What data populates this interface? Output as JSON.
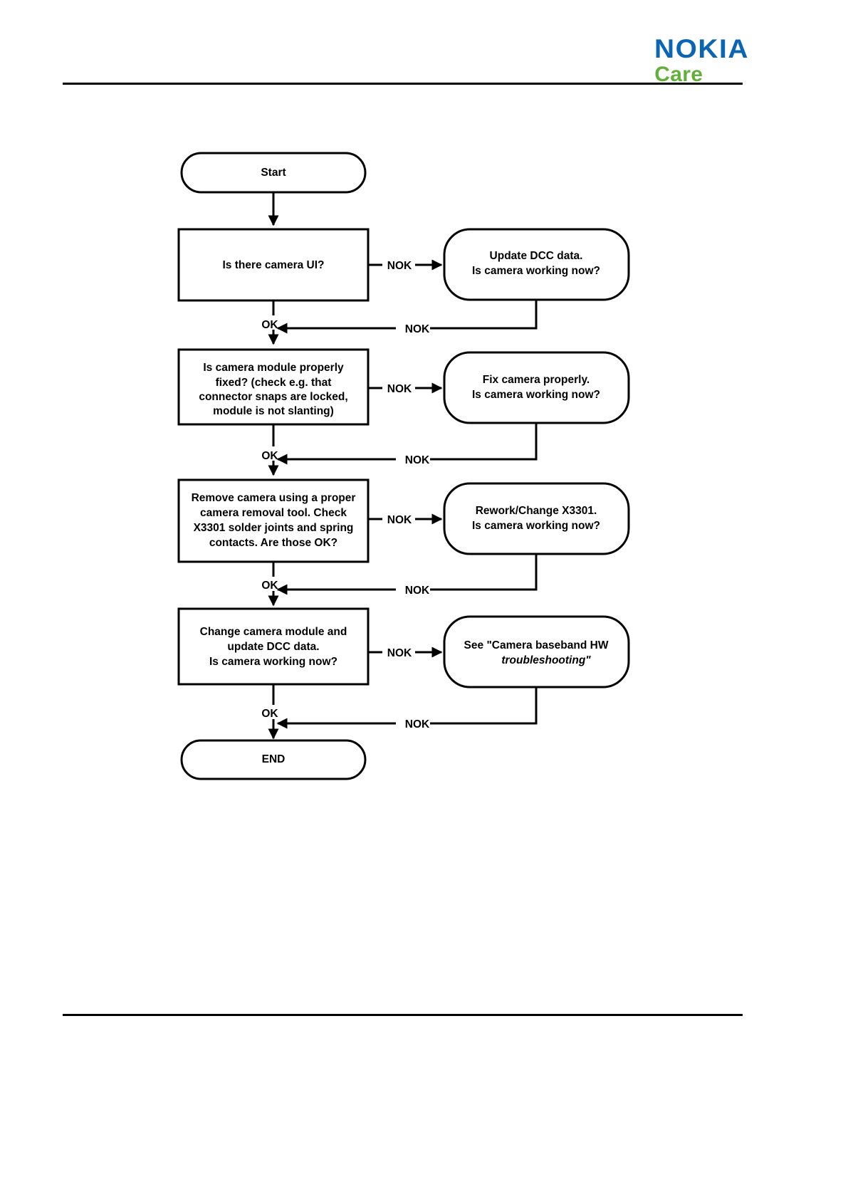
{
  "header": {
    "brand_primary": "NOKIA",
    "brand_secondary": "Care",
    "color_primary": "#0a66b5",
    "color_secondary": "#62b03a"
  },
  "flowchart": {
    "type": "diagram",
    "title": "Camera troubleshooting flowchart",
    "start_label": "Start",
    "end_label": "END",
    "ok_label": "OK",
    "nok_label": "NOK",
    "steps": [
      {
        "id": "step1",
        "question_lines": [
          "Is there camera UI?"
        ],
        "remedy_lines": [
          "Update DCC data.",
          "Is camera working now?"
        ],
        "out_ok": "OK",
        "out_nok": "NOK",
        "return_nok": "NOK"
      },
      {
        "id": "step2",
        "question_lines": [
          "Is camera module properly",
          "fixed? (check e.g. that",
          "connector snaps are locked,",
          "module is not slanting)"
        ],
        "remedy_lines": [
          "Fix camera properly.",
          "Is camera working now?"
        ],
        "out_ok": "OK",
        "out_nok": "NOK",
        "return_nok": "NOK"
      },
      {
        "id": "step3",
        "question_lines": [
          "Remove camera using a proper",
          "camera removal tool. Check",
          "X3301 solder joints and spring",
          "contacts. Are those OK?"
        ],
        "remedy_lines": [
          "Rework/Change X3301.",
          "Is camera working now?"
        ],
        "out_ok": "OK",
        "out_nok": "NOK",
        "return_nok": "NOK"
      },
      {
        "id": "step4",
        "question_lines": [
          "Change camera module and",
          "update DCC data.",
          "Is camera working now?"
        ],
        "remedy_lines": [
          "See ",
          "\"Camera baseband HW",
          "troubleshooting\""
        ],
        "remedy_plain_prefix": "See ",
        "remedy_italic_line1": "\"Camera baseband HW",
        "remedy_italic_line2": "troubleshooting\"",
        "out_ok": "OK",
        "out_nok": "NOK",
        "return_nok": "NOK"
      }
    ]
  }
}
